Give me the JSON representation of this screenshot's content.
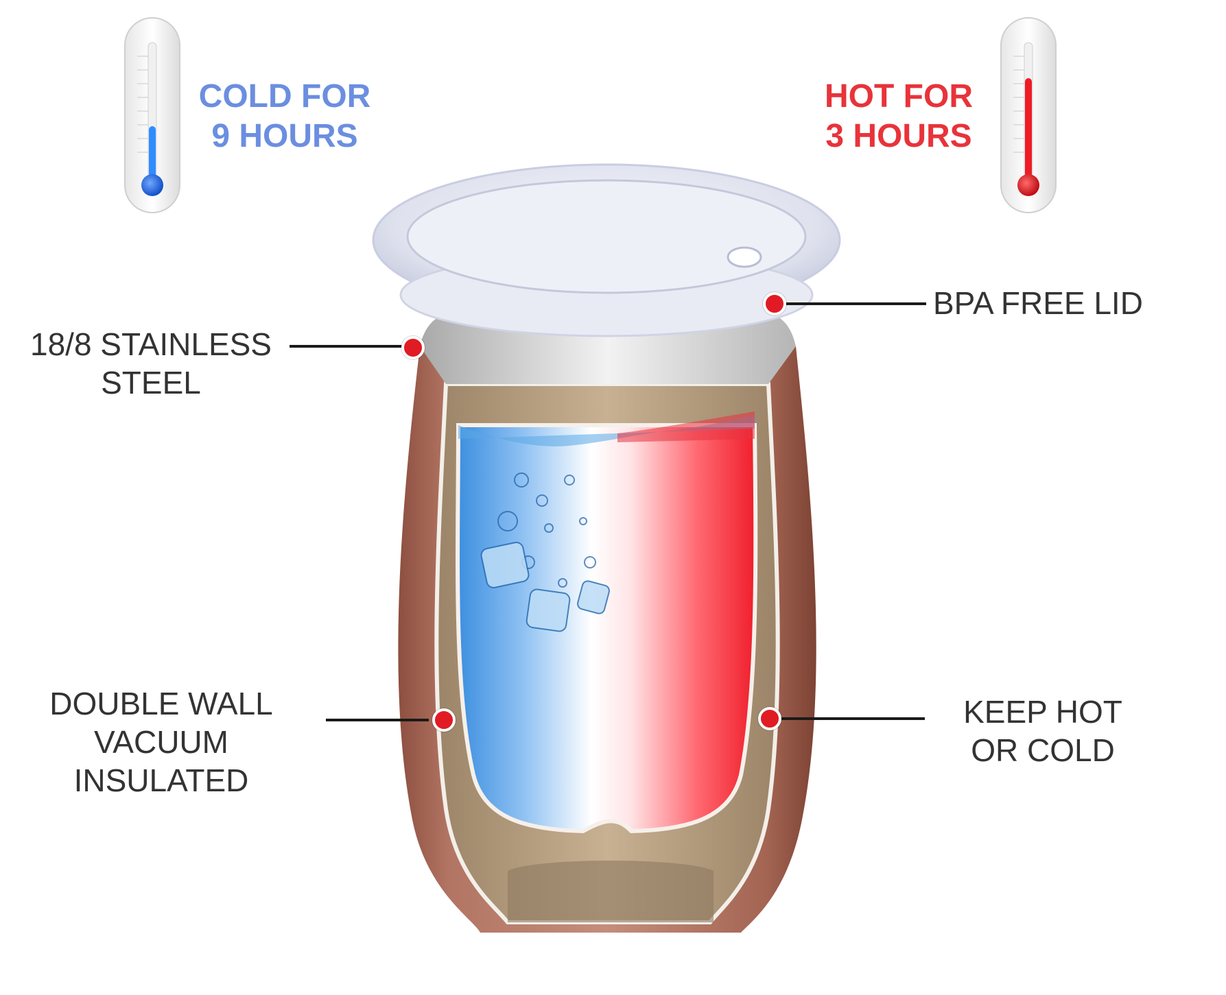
{
  "cold_badge": {
    "line1": "COLD FOR",
    "line2": "9 HOURS",
    "color": "#6b8ee0",
    "icon": "thermometer-cold-icon"
  },
  "hot_badge": {
    "line1": "HOT FOR",
    "line2": "3 HOURS",
    "color": "#e8333a",
    "icon": "thermometer-hot-icon"
  },
  "callouts": {
    "lid": "BPA FREE LID",
    "steel_line1": "18/8 STAINLESS",
    "steel_line2": "STEEL",
    "wall_line1": "DOUBLE WALL",
    "wall_line2": "VACUUM",
    "wall_line3": "INSULATED",
    "keep_line1": "KEEP HOT",
    "keep_line2": "OR COLD"
  },
  "colors": {
    "marker": "#e01b24",
    "body": "#a86a57",
    "inner": "#b49a7e"
  }
}
